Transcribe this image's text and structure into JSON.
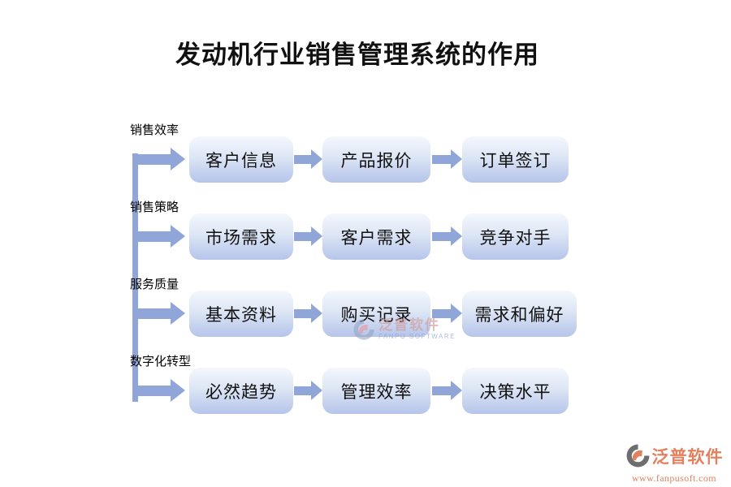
{
  "title": "发动机行业销售管理系统的作用",
  "rows": [
    {
      "label": "销售效率",
      "boxes": [
        "客户信息",
        "产品报价",
        "订单签订"
      ]
    },
    {
      "label": "销售策略",
      "boxes": [
        "市场需求",
        "客户需求",
        "竞争对手"
      ]
    },
    {
      "label": "服务质量",
      "boxes": [
        "基本资料",
        "购买记录",
        "需求和偏好"
      ]
    },
    {
      "label": "数字化转型",
      "boxes": [
        "必然趋势",
        "管理效率",
        "决策水平"
      ]
    }
  ],
  "watermark": {
    "brand": "泛普软件",
    "brand_en": "FANPU SOFTWARE"
  },
  "footer": {
    "brand": "泛普软件",
    "url": "www.fanpusoft.com"
  },
  "colors": {
    "arrow": "#90a6d9",
    "box_gradient_top": "#f4f8fd",
    "box_gradient_bottom": "#b5c4ea",
    "title_text": "#111111",
    "brand_accent": "#e2805f"
  }
}
